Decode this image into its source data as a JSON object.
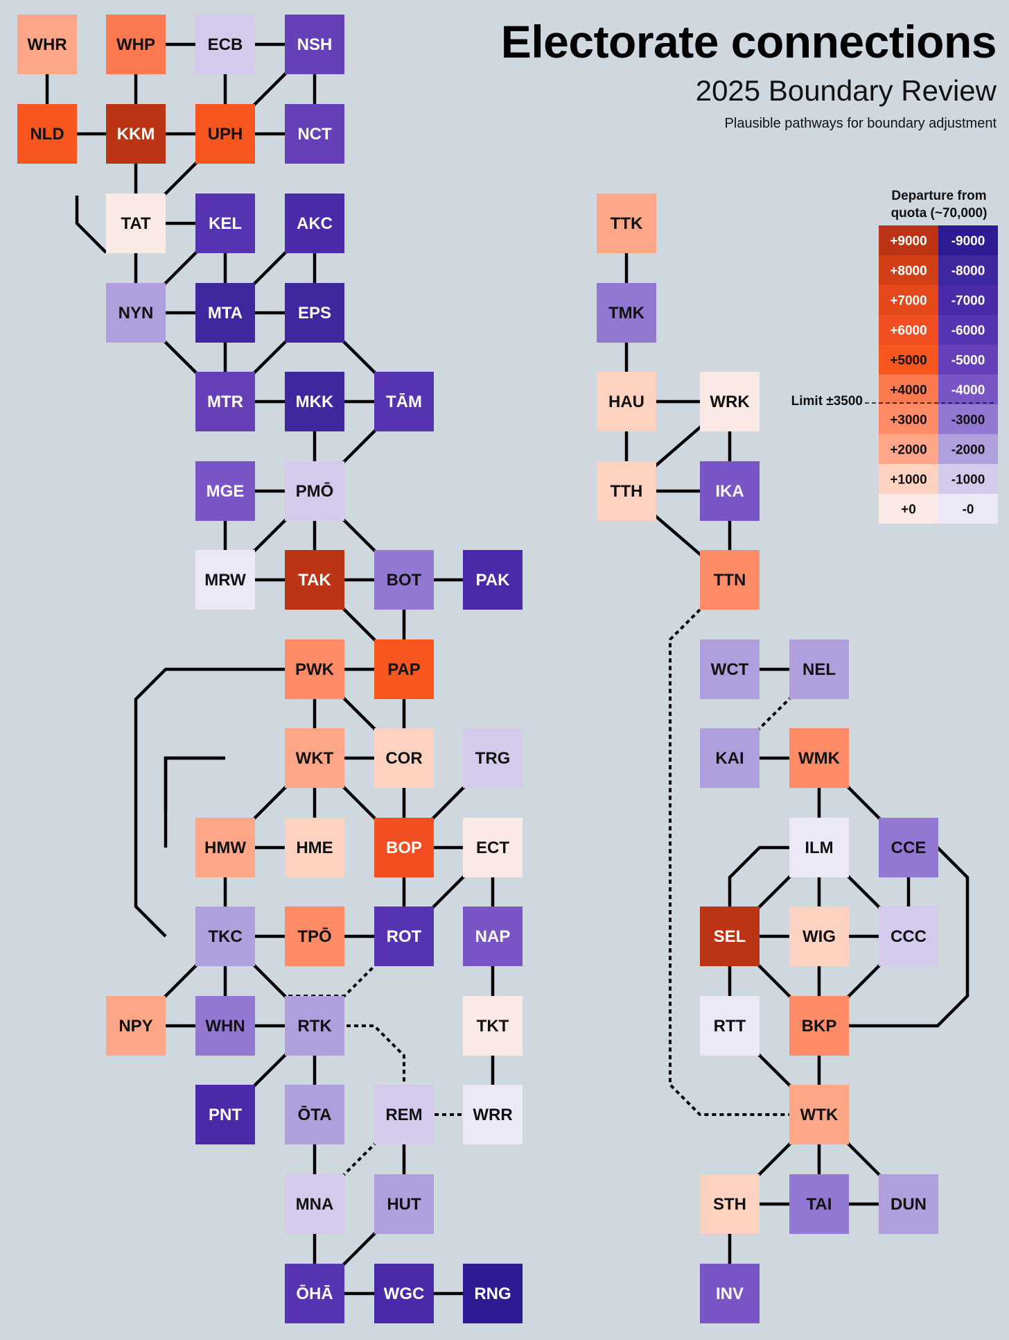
{
  "header": {
    "title": "Electorate connections",
    "subtitle": "2025 Boundary Review",
    "tagline": "Plausible pathways for boundary adjustment"
  },
  "legend": {
    "title_line1": "Departure from",
    "title_line2": "quota (~70,000)",
    "limit_label": "Limit ±3500",
    "positive": [
      {
        "label": "+9000",
        "color": "#bd3414"
      },
      {
        "label": "+8000",
        "color": "#d23f16"
      },
      {
        "label": "+7000",
        "color": "#e5481b"
      },
      {
        "label": "+6000",
        "color": "#f14f21"
      },
      {
        "label": "+5000",
        "color": "#f8561f"
      },
      {
        "label": "+4000",
        "color": "#fd7a50"
      },
      {
        "label": "+3000",
        "color": "#ff8c66"
      },
      {
        "label": "+2000",
        "color": "#fda688"
      },
      {
        "label": "+1000",
        "color": "#fdd2c1"
      },
      {
        "label": "+0",
        "color": "#fbe9e6"
      }
    ],
    "negative": [
      {
        "label": "-9000",
        "color": "#2e1a92"
      },
      {
        "label": "-8000",
        "color": "#3f27a0"
      },
      {
        "label": "-7000",
        "color": "#4a2aa8"
      },
      {
        "label": "-6000",
        "color": "#5633b1"
      },
      {
        "label": "-5000",
        "color": "#6640b9"
      },
      {
        "label": "-4000",
        "color": "#7955c5"
      },
      {
        "label": "-3000",
        "color": "#9277d3"
      },
      {
        "label": "-2000",
        "color": "#b09fdd"
      },
      {
        "label": "-1000",
        "color": "#d3caec"
      },
      {
        "label": "-0",
        "color": "#ece8f5"
      }
    ]
  },
  "electorates": [
    {
      "code": "WHR",
      "color": "#fda688"
    },
    {
      "code": "WHP",
      "color": "#fd7a50"
    },
    {
      "code": "ECB",
      "color": "#d3caec"
    },
    {
      "code": "NSH",
      "color": "#6640b9"
    },
    {
      "code": "NLD",
      "color": "#f8561f"
    },
    {
      "code": "KKM",
      "color": "#bd3414"
    },
    {
      "code": "UPH",
      "color": "#f8561f"
    },
    {
      "code": "NCT",
      "color": "#6640b9"
    },
    {
      "code": "TAT",
      "color": "#fbe9e6"
    },
    {
      "code": "KEL",
      "color": "#5633b1"
    },
    {
      "code": "AKC",
      "color": "#4a2aa8"
    },
    {
      "code": "NYN",
      "color": "#b09fdd"
    },
    {
      "code": "MTA",
      "color": "#3f27a0"
    },
    {
      "code": "EPS",
      "color": "#3f27a0"
    },
    {
      "code": "MTR",
      "color": "#6640b9"
    },
    {
      "code": "MKK",
      "color": "#3f27a0"
    },
    {
      "code": "TĀM",
      "color": "#5633b1"
    },
    {
      "code": "MGE",
      "color": "#7955c5"
    },
    {
      "code": "PMŌ",
      "color": "#d3caec"
    },
    {
      "code": "MRW",
      "color": "#ece8f5"
    },
    {
      "code": "TAK",
      "color": "#bd3414"
    },
    {
      "code": "BOT",
      "color": "#9277d3"
    },
    {
      "code": "PAK",
      "color": "#4a2aa8"
    },
    {
      "code": "PWK",
      "color": "#ff8c66"
    },
    {
      "code": "PAP",
      "color": "#f8561f"
    },
    {
      "code": "WKT",
      "color": "#fda688"
    },
    {
      "code": "COR",
      "color": "#fdd2c1"
    },
    {
      "code": "TRG",
      "color": "#d3caec"
    },
    {
      "code": "HMW",
      "color": "#fda688"
    },
    {
      "code": "HME",
      "color": "#fdd2c1"
    },
    {
      "code": "BOP",
      "color": "#f14f21"
    },
    {
      "code": "ECT",
      "color": "#fbe9e6"
    },
    {
      "code": "TKC",
      "color": "#b09fdd"
    },
    {
      "code": "TPŌ",
      "color": "#ff8c66"
    },
    {
      "code": "ROT",
      "color": "#5633b1"
    },
    {
      "code": "NAP",
      "color": "#7955c5"
    },
    {
      "code": "NPY",
      "color": "#fda688"
    },
    {
      "code": "WHN",
      "color": "#9277d3"
    },
    {
      "code": "RTK",
      "color": "#b09fdd"
    },
    {
      "code": "TKT",
      "color": "#fbe9e6"
    },
    {
      "code": "PNT",
      "color": "#4a2aa8"
    },
    {
      "code": "ŌTA",
      "color": "#b09fdd"
    },
    {
      "code": "REM",
      "color": "#d3caec"
    },
    {
      "code": "WRR",
      "color": "#ece8f5"
    },
    {
      "code": "MNA",
      "color": "#d3caec"
    },
    {
      "code": "HUT",
      "color": "#b09fdd"
    },
    {
      "code": "ŌHĀ",
      "color": "#5633b1"
    },
    {
      "code": "WGC",
      "color": "#4a2aa8"
    },
    {
      "code": "RNG",
      "color": "#2e1a92"
    },
    {
      "code": "TTK",
      "color": "#fda688"
    },
    {
      "code": "TMK",
      "color": "#9277d3"
    },
    {
      "code": "HAU",
      "color": "#fdd2c1"
    },
    {
      "code": "WRK",
      "color": "#fbe9e6"
    },
    {
      "code": "TTH",
      "color": "#fdd2c1"
    },
    {
      "code": "IKA",
      "color": "#7955c5"
    },
    {
      "code": "TTN",
      "color": "#ff8c66"
    },
    {
      "code": "WCT",
      "color": "#b09fdd"
    },
    {
      "code": "NEL",
      "color": "#b09fdd"
    },
    {
      "code": "KAI",
      "color": "#b09fdd"
    },
    {
      "code": "WMK",
      "color": "#ff8c66"
    },
    {
      "code": "ILM",
      "color": "#ece8f5"
    },
    {
      "code": "CCE",
      "color": "#9277d3"
    },
    {
      "code": "SEL",
      "color": "#bd3414"
    },
    {
      "code": "WIG",
      "color": "#fdd2c1"
    },
    {
      "code": "CCC",
      "color": "#d3caec"
    },
    {
      "code": "RTT",
      "color": "#ece8f5"
    },
    {
      "code": "BKP",
      "color": "#ff8c66"
    },
    {
      "code": "WTK",
      "color": "#fda688"
    },
    {
      "code": "STH",
      "color": "#fdd2c1"
    },
    {
      "code": "TAI",
      "color": "#9277d3"
    },
    {
      "code": "DUN",
      "color": "#b09fdd"
    },
    {
      "code": "INV",
      "color": "#7955c5"
    }
  ]
}
